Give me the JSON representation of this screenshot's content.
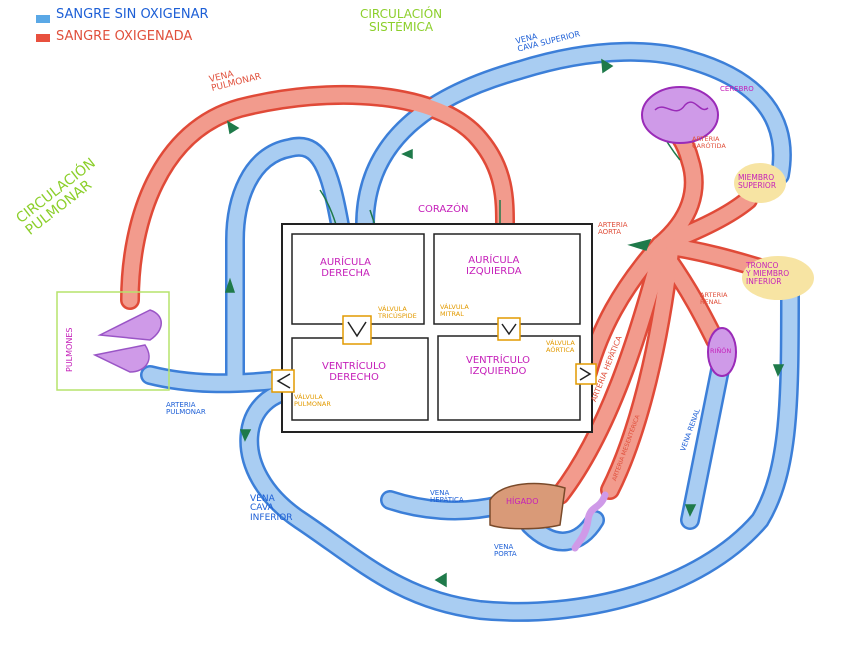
{
  "legend": {
    "blue_text": "SANGRE SIN OXIGENAR",
    "red_text": "SANGRE OXIGENADA",
    "blue_color": "#5aa8e6",
    "red_color": "#e8503e"
  },
  "colors": {
    "vein_fill": "#a9cdf2",
    "vein_stroke": "#3c7fd8",
    "artery_fill": "#f29b8d",
    "artery_stroke": "#e04a38",
    "organ_purple": "#cf9ae8",
    "liver": "#d99a78",
    "highlight_yellow": "#f7e4a3",
    "pulmonary_box": "#b6e36c"
  },
  "titles": {
    "systemic": "CIRCULACIÓN\nSISTÉMICA",
    "pulmonary": "CIRCULACIÓN\nPULMONAR",
    "heart": "CORAZÓN"
  },
  "chambers": {
    "ra": "AURÍCULA\nDERECHA",
    "la": "AURÍCULA\nIZQUIERDA",
    "rv": "VENTRÍCULO\nDERECHO",
    "lv": "VENTRÍCULO\nIZQUIERDO"
  },
  "valves": {
    "tricuspid": "VÁLVULA\nTRICÚSPIDE",
    "mitral": "VÁLVULA\nMITRAL",
    "pulmonary": "VÁLVULA\nPULMONAR",
    "aortic": "VÁLVULA\nAÓRTICA"
  },
  "vessels": {
    "vena_pulmonar": "VENA\nPULMONAR",
    "vena_cava_superior": "VENA\nCAVA SUPERIOR",
    "arteria_pulmonar": "ARTERIA\nPULMONAR",
    "vena_cava_inferior": "VENA\nCAVA\nINFERIOR",
    "arteria_aorta": "ARTERIA\nAORTA",
    "arteria_carotida": "ARTERIA\nCARÓTIDA",
    "arteria_renal": "ARTERIA\nRENAL",
    "arteria_hepatica": "ARTERIA HEPÁTICA",
    "arteria_mesenterica": "ARTERIA MESENTÉRICA",
    "vena_renal": "VENA RENAL",
    "vena_hepatica": "VENA\nHEPÁTICA",
    "vena_porta": "VENA\nPORTA"
  },
  "organs": {
    "pulmones": "PULMONES",
    "cerebro": "CEREBRO",
    "miembro_superior": "MIEMBRO\nSUPERIOR",
    "tronco": "TRONCO\nY MIEMBRO\nINFERIOR",
    "rinon": "RIÑÓN",
    "higado": "HÍGADO"
  }
}
